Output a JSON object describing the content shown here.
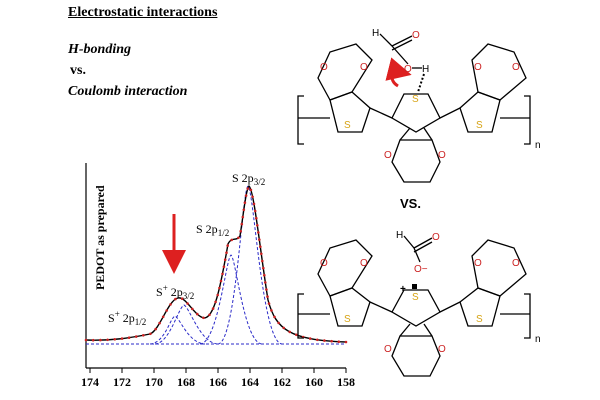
{
  "header": {
    "title": "Electrostatic interactions",
    "line_h_bonding": "H-bonding",
    "line_vs": "vs.",
    "line_coulomb": "Coulomb interaction"
  },
  "spectrum": {
    "ylabel": "PEDOT as prepared",
    "x_ticks": [
      "174",
      "172",
      "170",
      "168",
      "166",
      "164",
      "162",
      "160",
      "158"
    ],
    "peaks": {
      "s2p32": [
        "S 2p",
        "3/2"
      ],
      "s2p12": [
        "S 2p",
        "1/2"
      ],
      "splus2p32": [
        "S",
        "+",
        " 2p",
        "3/2"
      ],
      "splus2p12": [
        "S",
        "+",
        " 2p",
        "1/2"
      ]
    }
  },
  "structures": {
    "vs_label": "VS.",
    "subscript_n": "n",
    "atom_O": "O",
    "atom_S": "S",
    "atom_H": "H",
    "atom_O_minus": "O−",
    "plus": "+"
  },
  "colors": {
    "sulfur": "#d7a416",
    "oxygen": "#cc2222",
    "fit_dash": "#2a2ac8",
    "arrow": "#dd2020",
    "data_point": "#cc2222"
  }
}
